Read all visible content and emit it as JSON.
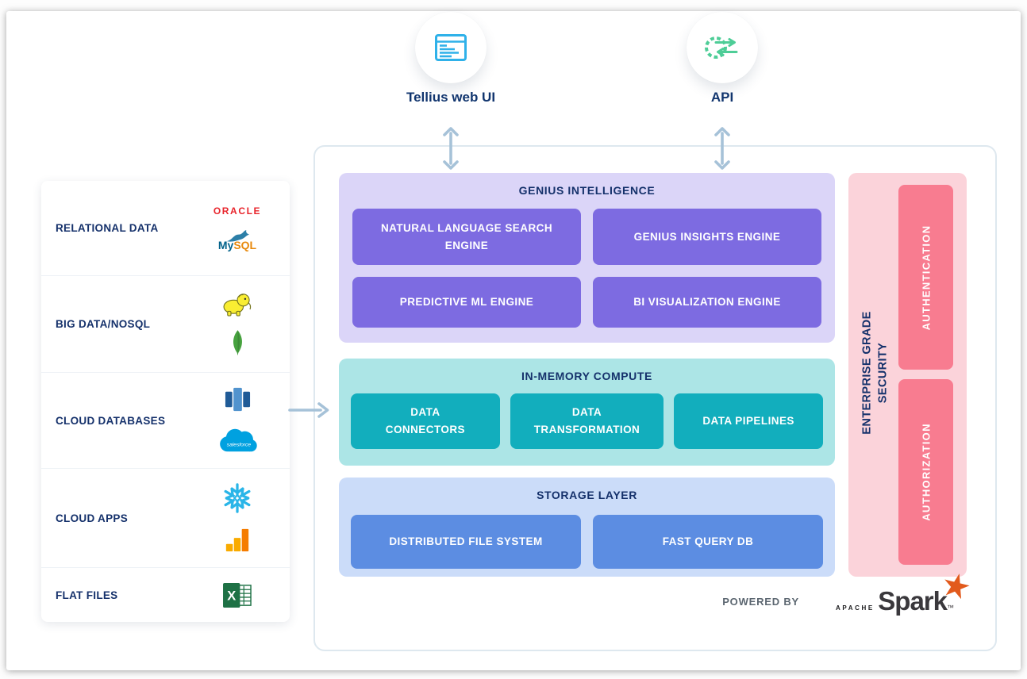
{
  "header": {
    "tellius_web_ui_label": "Tellius web UI",
    "api_label": "API"
  },
  "data_sources": {
    "rows": [
      {
        "label": "RELATIONAL DATA",
        "icons": [
          "oracle-logo-icon",
          "mysql-logo-icon"
        ]
      },
      {
        "label": "BIG DATA/NOSQL",
        "icons": [
          "hadoop-logo-icon",
          "mongodb-logo-icon"
        ]
      },
      {
        "label": "CLOUD DATABASES",
        "icons": [
          "redshift-logo-icon",
          "salesforce-logo-icon"
        ]
      },
      {
        "label": "CLOUD APPS",
        "icons": [
          "snowflake-logo-icon",
          "google-analytics-logo-icon"
        ]
      },
      {
        "label": "FLAT FILES",
        "icons": [
          "excel-logo-icon"
        ]
      }
    ],
    "logo_text": {
      "oracle": "ORACLE",
      "mysql_prefix": "My",
      "mysql_suffix": "SQL",
      "salesforce": "salesforce",
      "excel_x": "X"
    }
  },
  "platform": {
    "genius": {
      "title": "GENIUS INTELLIGENCE",
      "boxes": [
        "NATURAL LANGUAGE SEARCH\nENGINE",
        "GENIUS INSIGHTS ENGINE",
        "PREDICTIVE ML ENGINE",
        "BI VISUALIZATION ENGINE"
      ]
    },
    "compute": {
      "title": "IN-MEMORY COMPUTE",
      "boxes": [
        "DATA\nCONNECTORS",
        "DATA\nTRANSFORMATION",
        "DATA PIPELINES"
      ]
    },
    "storage": {
      "title": "STORAGE LAYER",
      "boxes": [
        "DISTRIBUTED FILE SYSTEM",
        "FAST QUERY DB"
      ]
    },
    "security": {
      "title": "ENTERPRISE GRADE SECURITY",
      "boxes": [
        "AUTHENTICATION",
        "AUTHORIZATION"
      ]
    }
  },
  "footer": {
    "powered_by": "POWERED BY",
    "spark_apache": "APACHE",
    "spark_word": "Spark",
    "spark_tm": "™"
  },
  "colors": {
    "navy_text": "#15316B",
    "purple_panel": "#DBD5F8",
    "purple_box": "#7D6BE1",
    "teal_panel": "#ACE5E6",
    "teal_box": "#12AEBD",
    "blue_panel": "#CBDCF9",
    "blue_box": "#5C8DE2",
    "pink_panel": "#FBD3DA",
    "red_box": "#F87C90",
    "arrow": "#A6C2D8",
    "web_ui_icon": "#2FB1E9",
    "api_icon": "#4ECD97"
  }
}
